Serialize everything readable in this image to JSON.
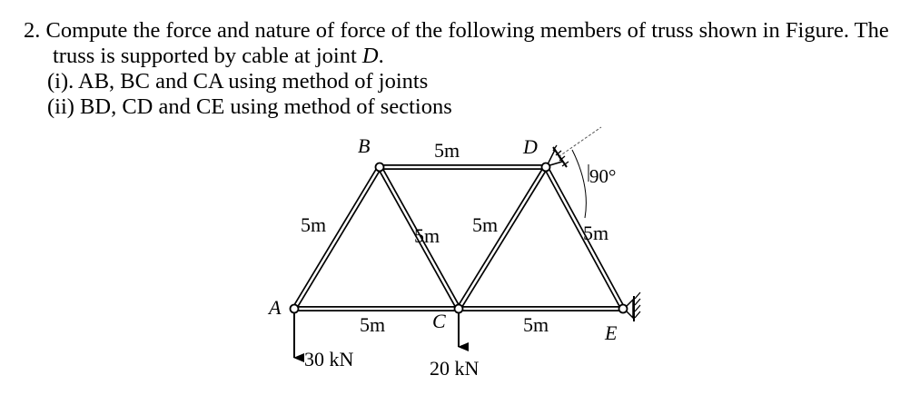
{
  "question": {
    "number": "2.",
    "line1": "Compute the force and nature of force of the following members of truss shown in Figure. The",
    "line2_text": "truss is supported by cable at joint ",
    "line2_joint": "D",
    "line2_end": ".",
    "part1": "(i). AB, BC and CA using method of joints",
    "part2": "(ii) BD, CD and CE using method of sections"
  },
  "figure": {
    "joint_labels": {
      "A": "A",
      "B": "B",
      "C": "C",
      "D": "D",
      "E": "E"
    },
    "member_lengths": {
      "BD": "5m",
      "AB": "5m",
      "BC": "5m",
      "CD": "5m",
      "DE": "5m",
      "AC": "5m",
      "CE": "5m"
    },
    "cable_angle": "90°",
    "loads": {
      "A": "30 kN",
      "C": "20 kN"
    }
  }
}
